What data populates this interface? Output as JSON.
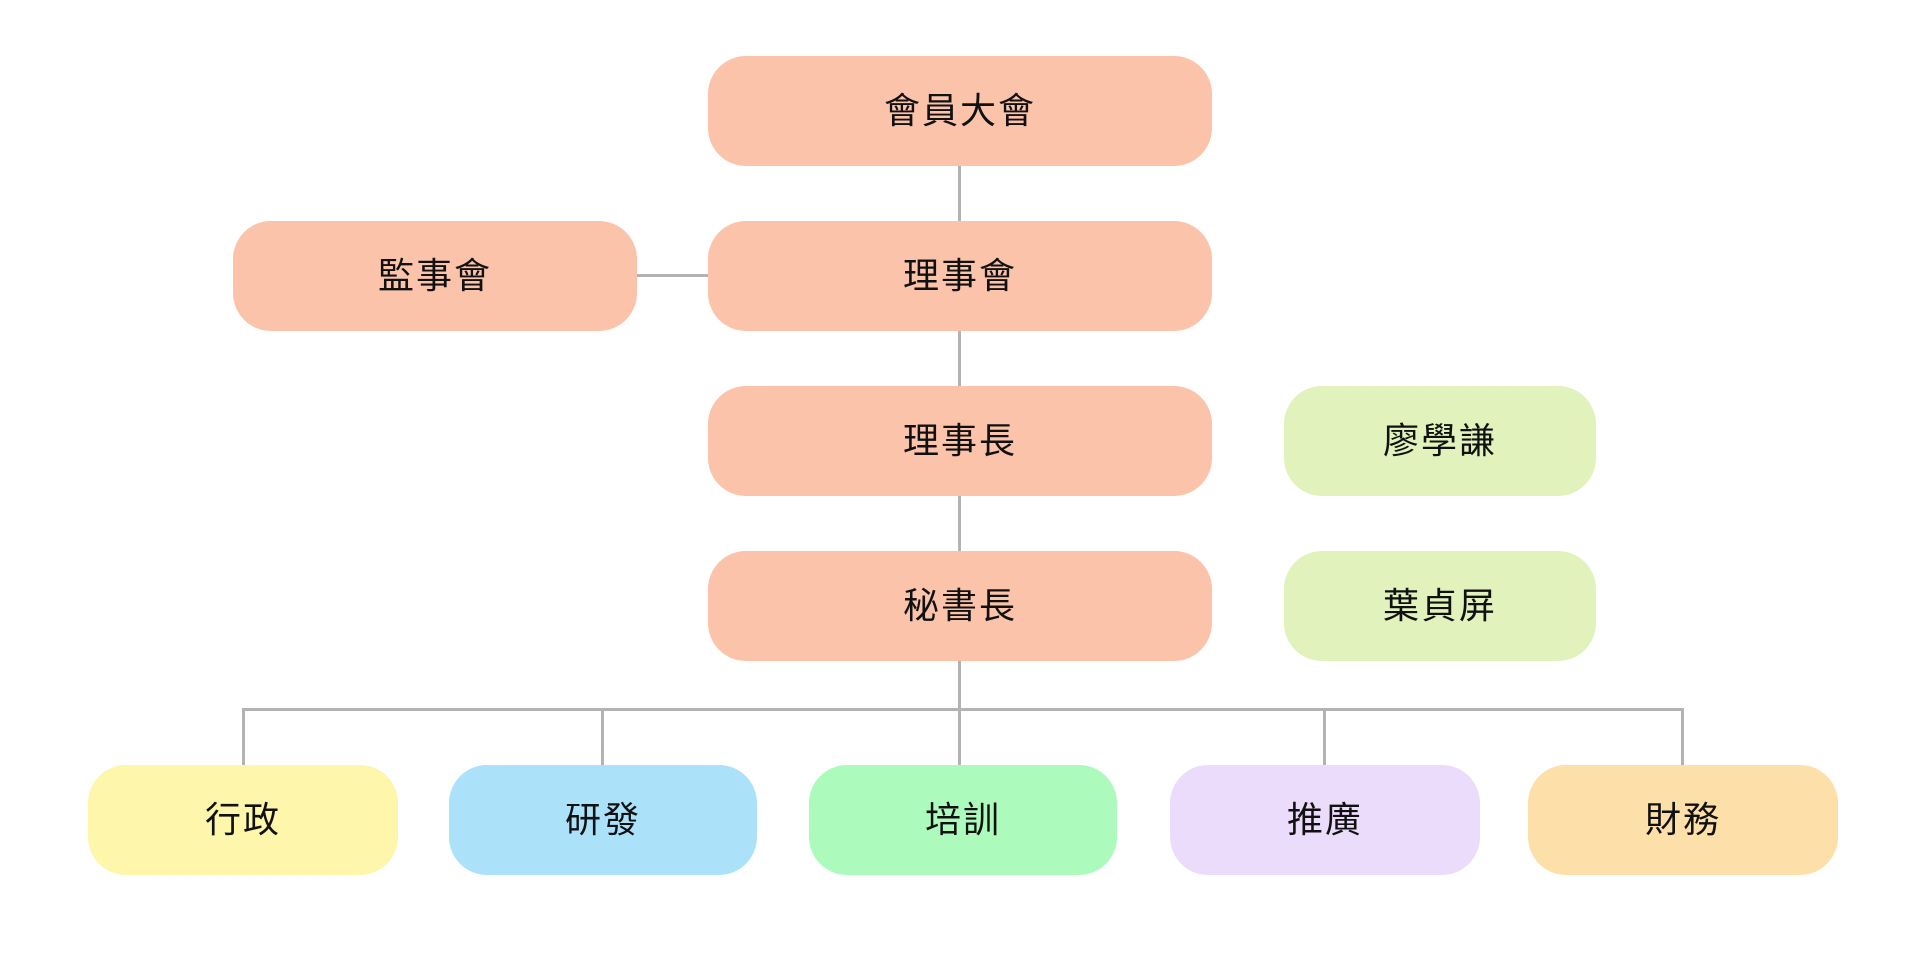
{
  "chart": {
    "type": "org-chart",
    "background": "#ffffff",
    "line_color": "#b3b3b3",
    "text_color": "#111111",
    "nodes": [
      {
        "id": "member-assembly",
        "label": "會員大會",
        "color": "#fcc3ab"
      },
      {
        "id": "supervisory-board",
        "label": "監事會",
        "color": "#fcc3ab"
      },
      {
        "id": "board-directors",
        "label": "理事會",
        "color": "#fcc3ab"
      },
      {
        "id": "chairman",
        "label": "理事長",
        "color": "#fcc3ab"
      },
      {
        "id": "chairman-name",
        "label": "廖學謙",
        "color": "#e1f2bc"
      },
      {
        "id": "secretary-general",
        "label": "秘書長",
        "color": "#fcc3ab"
      },
      {
        "id": "secretary-name",
        "label": "葉貞屏",
        "color": "#e1f2bc"
      },
      {
        "id": "dept-admin",
        "label": "行政",
        "color": "#fdf6ab"
      },
      {
        "id": "dept-rnd",
        "label": "研發",
        "color": "#ace1fa"
      },
      {
        "id": "dept-training",
        "label": "培訓",
        "color": "#acfbbd"
      },
      {
        "id": "dept-promotion",
        "label": "推廣",
        "color": "#ecdcfc"
      },
      {
        "id": "dept-finance",
        "label": "財務",
        "color": "#fddfa9"
      }
    ],
    "edges": [
      {
        "from": "member-assembly",
        "to": "board-directors"
      },
      {
        "from": "supervisory-board",
        "to": "board-directors",
        "style": "lateral"
      },
      {
        "from": "board-directors",
        "to": "chairman"
      },
      {
        "from": "chairman",
        "to": "secretary-general"
      },
      {
        "from": "secretary-general",
        "to": "dept-admin"
      },
      {
        "from": "secretary-general",
        "to": "dept-rnd"
      },
      {
        "from": "secretary-general",
        "to": "dept-training"
      },
      {
        "from": "secretary-general",
        "to": "dept-promotion"
      },
      {
        "from": "secretary-general",
        "to": "dept-finance"
      }
    ]
  }
}
